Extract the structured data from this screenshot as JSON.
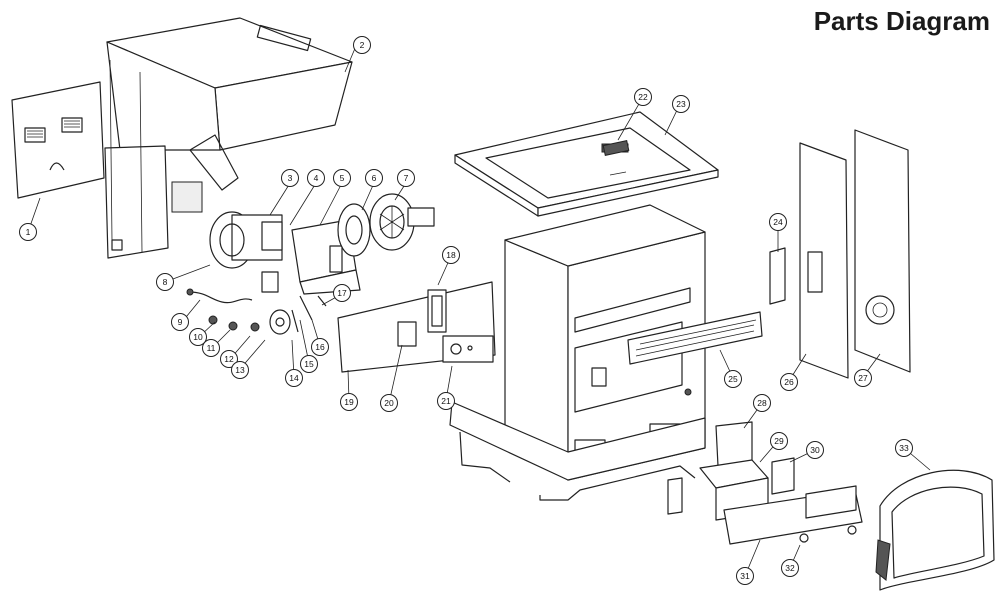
{
  "title": "Parts Diagram",
  "callouts": [
    "1",
    "2",
    "3",
    "4",
    "5",
    "6",
    "7",
    "8",
    "9",
    "10",
    "11",
    "12",
    "13",
    "14",
    "15",
    "16",
    "17",
    "18",
    "19",
    "20",
    "21",
    "22",
    "23",
    "24",
    "25",
    "26",
    "27",
    "28",
    "29",
    "30",
    "31",
    "32",
    "33"
  ]
}
